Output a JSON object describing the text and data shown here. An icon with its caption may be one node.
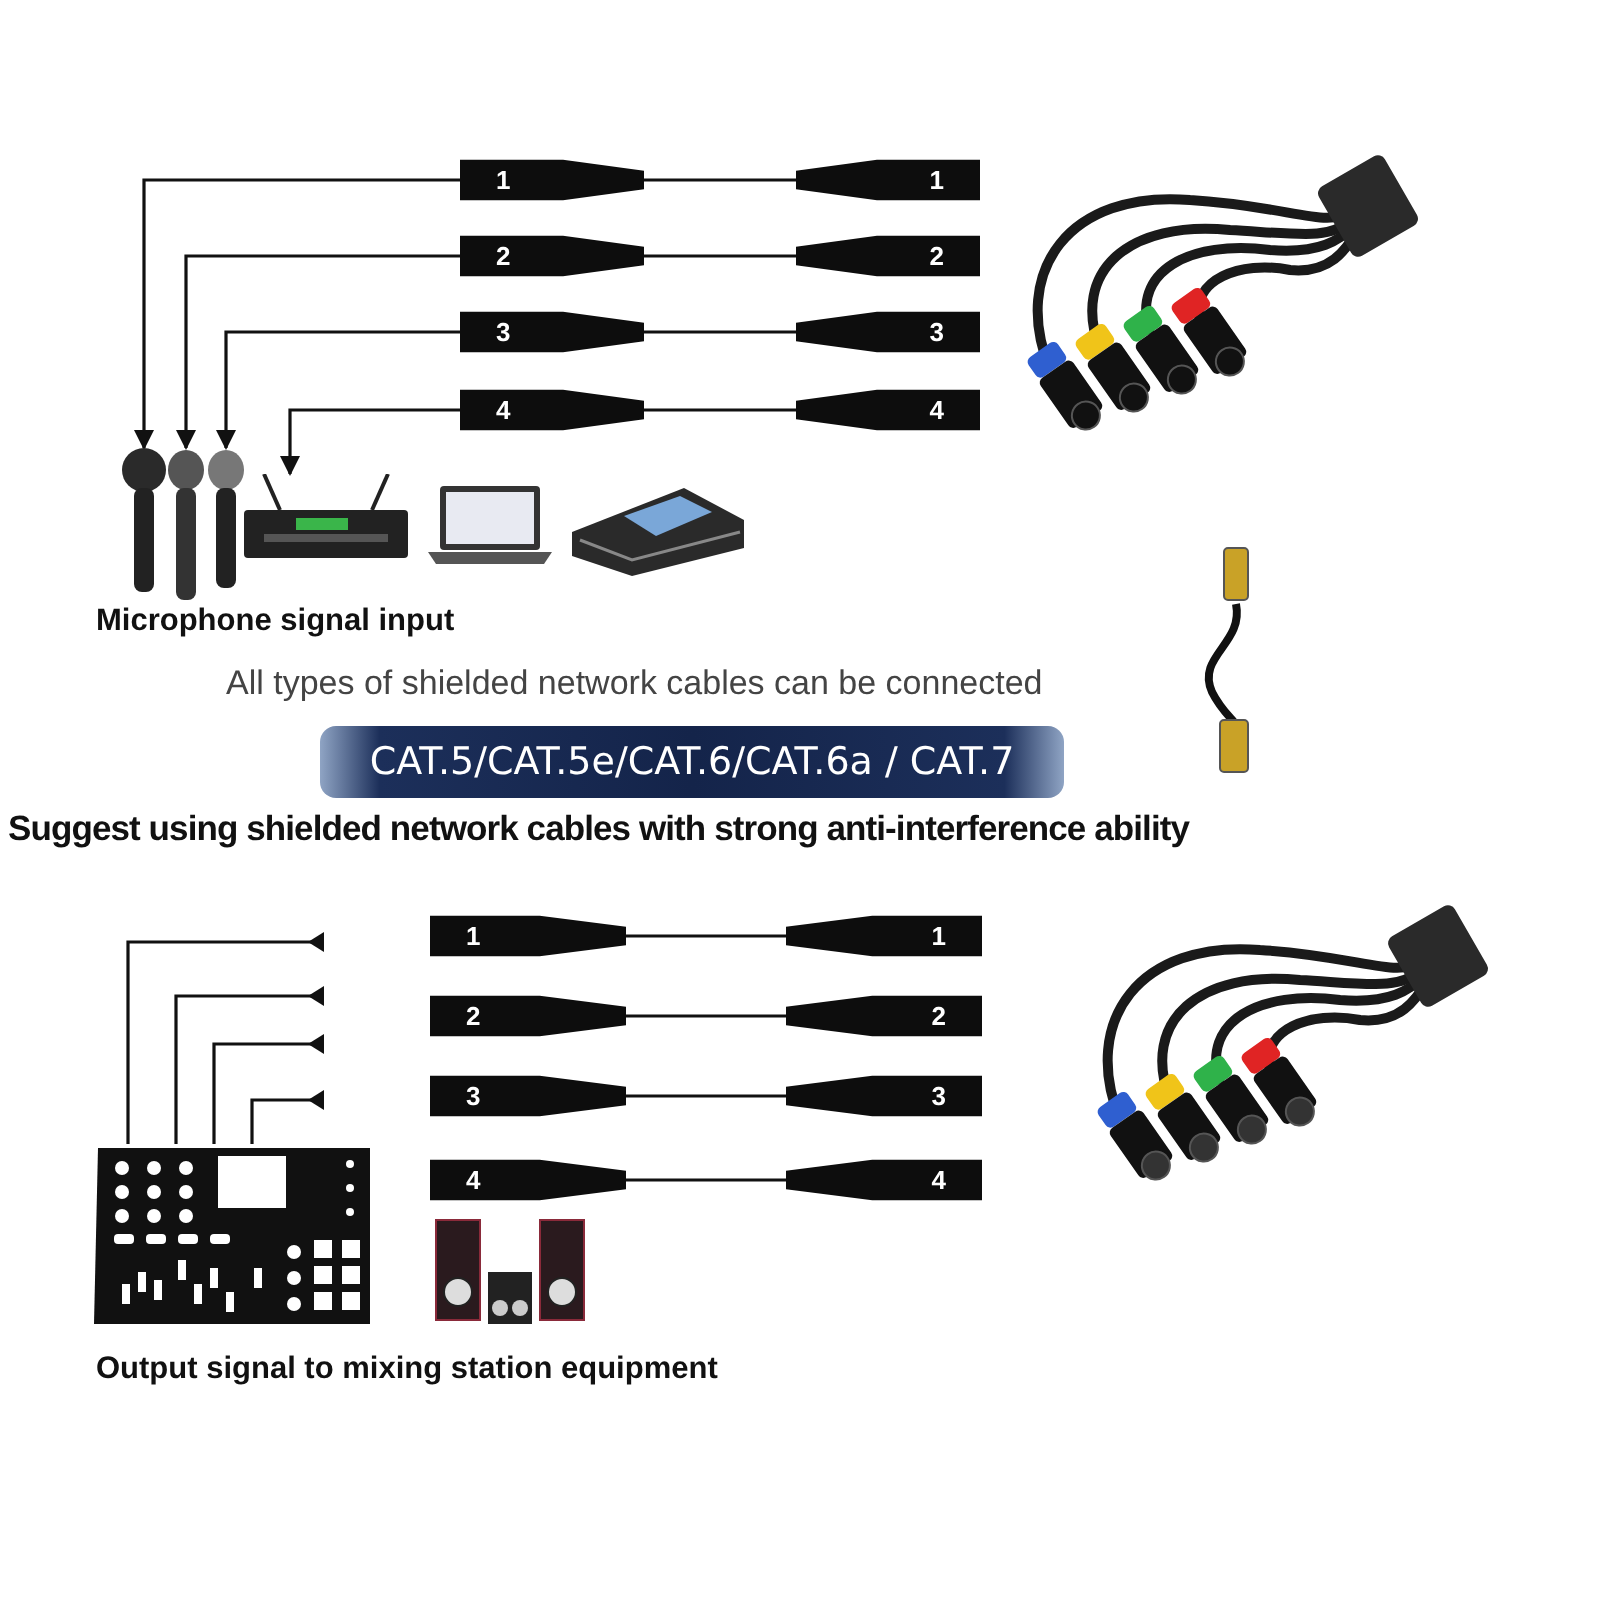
{
  "diagram": {
    "nodes": [
      {
        "text": [
          "1"
        ]
      },
      {
        "text": [
          "1"
        ]
      },
      {
        "text": [
          "2"
        ]
      },
      {
        "text": [
          "2"
        ]
      },
      {
        "text": [
          "3"
        ]
      },
      {
        "text": [
          "3"
        ]
      },
      {
        "text": [
          "4"
        ]
      },
      {
        "text": [
          "4"
        ]
      },
      {
        "text": [
          "CAT.5/CAT.5e/CAT.6/CAT.6a / CAT.7"
        ]
      },
      {
        "text": [
          "1"
        ]
      },
      {
        "text": [
          "1"
        ]
      },
      {
        "text": [
          "2"
        ]
      },
      {
        "text": [
          "2"
        ]
      },
      {
        "text": [
          "3"
        ]
      },
      {
        "text": [
          "3"
        ]
      },
      {
        "text": [
          "4"
        ]
      },
      {
        "text": [
          "4"
        ]
      },
      {
        "text": [],
        "shape": "picture"
      },
      {
        "text": [],
        "shape": "picture"
      },
      {
        "text": [],
        "shape": "picture"
      }
    ],
    "edges": [
      {
        "from": 0,
        "to": 1,
        "arrow": "none"
      },
      {
        "from": 2,
        "to": 3,
        "arrow": "none"
      },
      {
        "from": 4,
        "to": 5,
        "arrow": "none"
      },
      {
        "from": 6,
        "to": 7,
        "arrow": "none"
      },
      {
        "from": 0,
        "to": 18,
        "arrow": "to"
      },
      {
        "from": 2,
        "to": 18,
        "arrow": "to"
      },
      {
        "from": 4,
        "to": 18,
        "arrow": "to"
      },
      {
        "from": 6,
        "to": 19,
        "arrow": "to"
      },
      {
        "from": 9,
        "to": 10,
        "arrow": "none"
      },
      {
        "from": 11,
        "to": 12,
        "arrow": "none"
      },
      {
        "from": 13,
        "to": 14,
        "arrow": "none"
      },
      {
        "from": 15,
        "to": 16,
        "arrow": "none"
      },
      {
        "from": 17,
        "to": null,
        "arrow": "to"
      },
      {
        "from": 17,
        "to": null,
        "arrow": "to"
      },
      {
        "from": 17,
        "to": null,
        "arrow": "to"
      },
      {
        "from": 17,
        "to": null,
        "arrow": "to"
      }
    ],
    "labels": [
      "Microphone signal input",
      "All types of shielded network cables can be connected",
      "Suggest using shielded network cables with strong anti-interference ability",
      "Output signal to mixing station equipment"
    ]
  }
}
